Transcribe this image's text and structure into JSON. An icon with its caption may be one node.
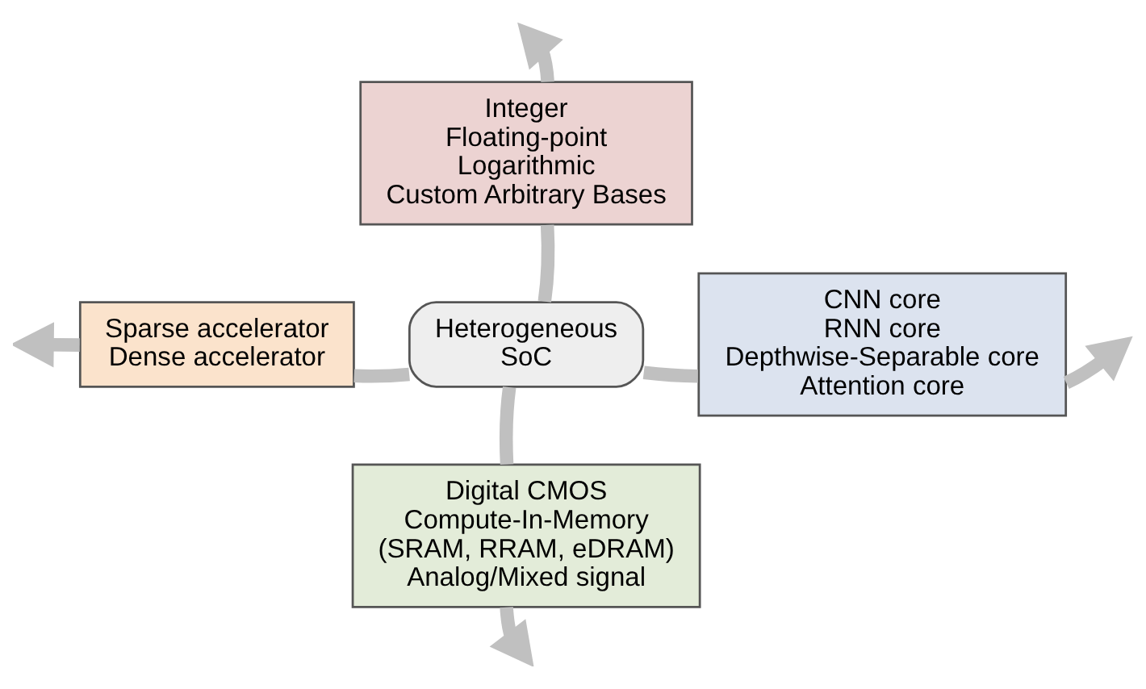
{
  "diagram": {
    "nodes": [
      {
        "text": [
          "Integer Floating-point Logarithmic Custom Arbitrary Bases"
        ]
      },
      {
        "text": [
          "Sparse accelerator Dense accelerator"
        ]
      },
      {
        "text": [
          "Heterogeneous SoC"
        ]
      },
      {
        "text": [
          "CNN core RNN core Depthwise-Separable core Attention core"
        ]
      },
      {
        "text": [
          "Digital CMOS Compute-In-Memory (SRAM, RRAM, eDRAM) Analog/Mixed signal"
        ]
      }
    ],
    "edges": [
      {
        "from": 2,
        "to": 0,
        "arrow": "none"
      },
      {
        "from": 0,
        "to": null,
        "arrow": "to"
      },
      {
        "from": 2,
        "to": 1,
        "arrow": "none"
      },
      {
        "from": 1,
        "to": null,
        "arrow": "to"
      },
      {
        "from": 2,
        "to": 3,
        "arrow": "none"
      },
      {
        "from": 3,
        "to": null,
        "arrow": "to"
      },
      {
        "from": 2,
        "to": 4,
        "arrow": "none"
      },
      {
        "from": 4,
        "to": null,
        "arrow": "to"
      }
    ]
  }
}
